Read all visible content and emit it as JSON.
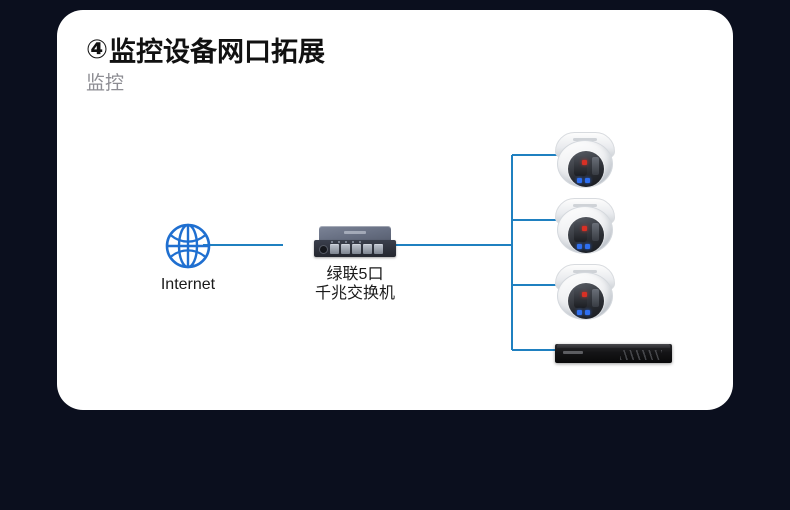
{
  "page": {
    "background_color": "#0b0f1e",
    "card_color": "#ffffff",
    "accent_line_color": "#1f80c0"
  },
  "header": {
    "number_badge": "④",
    "title": "监控设备网口拓展",
    "subtitle": "监控"
  },
  "diagram": {
    "nodes": [
      {
        "id": "internet",
        "icon": "globe-icon",
        "label": "Internet",
        "label_line2": ""
      },
      {
        "id": "switch",
        "icon": "network-switch-icon",
        "label": "绿联5口",
        "label_line2": "千兆交换机",
        "port_count": 5
      },
      {
        "id": "camera-1",
        "icon": "dome-camera-icon",
        "label": ""
      },
      {
        "id": "camera-2",
        "icon": "dome-camera-icon",
        "label": ""
      },
      {
        "id": "camera-3",
        "icon": "dome-camera-icon",
        "label": ""
      },
      {
        "id": "nvr",
        "icon": "nvr-recorder-icon",
        "label": ""
      }
    ],
    "connections": [
      {
        "from": "internet",
        "to": "switch"
      },
      {
        "from": "switch",
        "to": "camera-1"
      },
      {
        "from": "switch",
        "to": "camera-2"
      },
      {
        "from": "switch",
        "to": "camera-3"
      },
      {
        "from": "switch",
        "to": "nvr"
      }
    ]
  }
}
